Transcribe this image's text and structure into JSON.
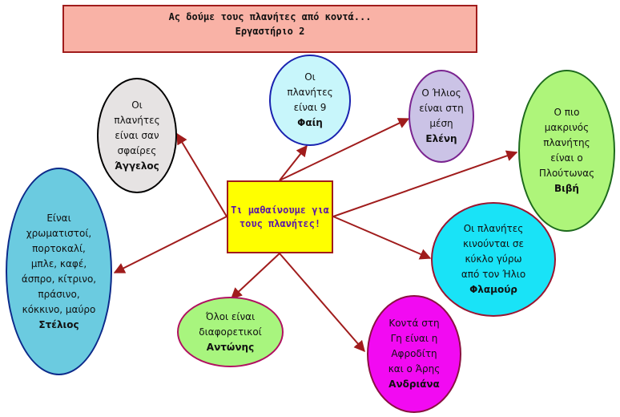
{
  "title": {
    "line1": "Ας δούμε τους πλανήτες από κοντά...",
    "line2": "Εργαστήριο 2"
  },
  "center": {
    "line1": "Τι μαθαίνουμε για",
    "line2": "τους πλανήτες!"
  },
  "colors": {
    "arrow": "#a01c1c",
    "title_bg": "#f9b2a6",
    "center_bg": "#ffff00",
    "center_text": "#5a16a8"
  },
  "bubbles": [
    {
      "id": "angelos",
      "lines": [
        "Οι",
        "πλανήτες",
        "είναι σαν",
        "σφαίρες"
      ],
      "name": "Άγγελος"
    },
    {
      "id": "fain",
      "lines": [
        "Οι",
        "πλανήτες",
        "είναι 9"
      ],
      "name": "Φαίη"
    },
    {
      "id": "eleni",
      "lines": [
        "Ο Ήλιος",
        "είναι στη",
        "μέση"
      ],
      "name": "Ελένη"
    },
    {
      "id": "vivi",
      "lines": [
        "Ο πιο",
        "μακρινός",
        "πλανήτης",
        "είναι ο",
        "Πλούτωνας"
      ],
      "name": "Βιβή"
    },
    {
      "id": "flamour",
      "lines": [
        "Οι πλανήτες",
        "κινούνται σε",
        "κύκλο γύρω",
        "από τον Ήλιο"
      ],
      "name": "Φλαμούρ"
    },
    {
      "id": "andriana",
      "lines": [
        "Κοντά στη",
        "Γη είναι η",
        "Αφροδίτη",
        "και ο Άρης"
      ],
      "name": "Ανδριάνα"
    },
    {
      "id": "antonis",
      "lines": [
        "Όλοι είναι",
        "διαφορετικοί"
      ],
      "name": "Αντώνης"
    },
    {
      "id": "stelios",
      "lines": [
        "Είναι",
        "χρωματιστοί,",
        "πορτοκαλί,",
        "μπλε, καφέ,",
        "άσπρο, κίτρινο,",
        "πράσινο,",
        "κόκκινο, μαύρο"
      ],
      "name": "Στέλιος"
    }
  ],
  "connections": [
    "angelos",
    "fain",
    "eleni",
    "vivi",
    "flamour",
    "andriana",
    "antonis",
    "stelios"
  ]
}
